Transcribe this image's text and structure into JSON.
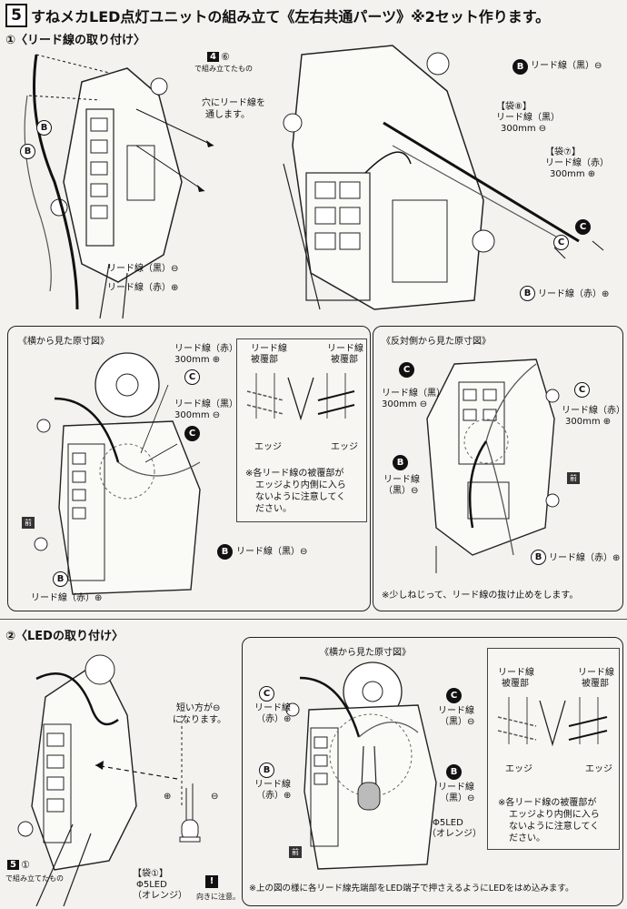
{
  "header": {
    "step_number": "5",
    "title": "すねメカLED点灯ユニットの組み立て《左右共通パーツ》※2セット作ります。"
  },
  "section1": {
    "title": "①〈リード線の取り付け〉",
    "ref_step_a": "4",
    "ref_step_b": "⑥",
    "ref_note": "で組み立てたもの",
    "hole_note_1": "穴にリード線を",
    "hole_note_2": "通します。",
    "left_black": "リード線（黒）⊖",
    "left_red": "リード線（赤）⊕",
    "right_B_top": "リード線（黒）⊖",
    "bag8_title": "【袋⑧】",
    "bag8_label": "リード線（黒）",
    "bag8_len": "300mm ⊖",
    "bag7_title": "【袋⑦】",
    "bag7_label": "リード線（赤）",
    "bag7_len": "300mm ⊕",
    "right_B_bottom": "リード線（赤）⊕"
  },
  "side_view_1": {
    "title": "《横から見た原寸図》",
    "red_label": "リード線（赤）",
    "red_len": "300mm ⊕",
    "black_label": "リード線（黒）",
    "black_len": "300mm ⊖",
    "coat_left_1": "リード線",
    "coat_left_2": "被覆部",
    "coat_right_1": "リード線",
    "coat_right_2": "被覆部",
    "edge_left": "エッジ",
    "edge_right": "エッジ",
    "note_1": "※各リード線の被覆部が",
    "note_2": "エッジより内側に入ら",
    "note_3": "ないように注意してく",
    "note_4": "ださい。",
    "B_black": "リード線（黒）⊖",
    "B_red": "リード線（赤）⊕",
    "front": "前"
  },
  "opposite_view": {
    "title": "《反対側から見た原寸図》",
    "black_label": "リード線（黒）",
    "black_len": "300mm ⊖",
    "red_label": "リード線（赤）",
    "red_len": "300mm ⊕",
    "B_left_1": "リード線",
    "B_left_2": "（黒）⊖",
    "B_right": "リード線（赤）⊕",
    "front": "前",
    "note": "※少しねじって、リード線の抜け止めをします。"
  },
  "section2": {
    "title": "②〈LEDの取り付け〉",
    "short_1": "短い方が⊖",
    "short_2": "になります。",
    "bag1": "【袋①】",
    "led": "Φ5LED",
    "led_color": "（オレンジ）",
    "caution": "向きに注意。",
    "ref_step_a": "5",
    "ref_step_b": "①",
    "ref_note": "で組み立てたもの"
  },
  "side_view_2": {
    "title": "《横から見た原寸図》",
    "C_red_1": "リード線",
    "C_red_2": "（赤）⊕",
    "C_black_1": "リード線",
    "C_black_2": "（黒）⊖",
    "B_red_1": "リード線",
    "B_red_2": "（赤）⊕",
    "B_black_1": "リード線",
    "B_black_2": "（黒）⊖",
    "led": "Φ5LED",
    "led_color": "（オレンジ）",
    "front": "前",
    "coat_left_1": "リード線",
    "coat_left_2": "被覆部",
    "coat_right_1": "リード線",
    "coat_right_2": "被覆部",
    "edge_left": "エッジ",
    "edge_right": "エッジ",
    "note_1": "※各リード線の被覆部が",
    "note_2": "エッジより内側に入ら",
    "note_3": "ないように注意してく",
    "note_4": "ださい。",
    "bottom_note": "※上の図の様に各リード線先端部をLED端子で押さえるようにLEDをはめ込みます。"
  },
  "markers": {
    "B": "B",
    "C": "C"
  }
}
